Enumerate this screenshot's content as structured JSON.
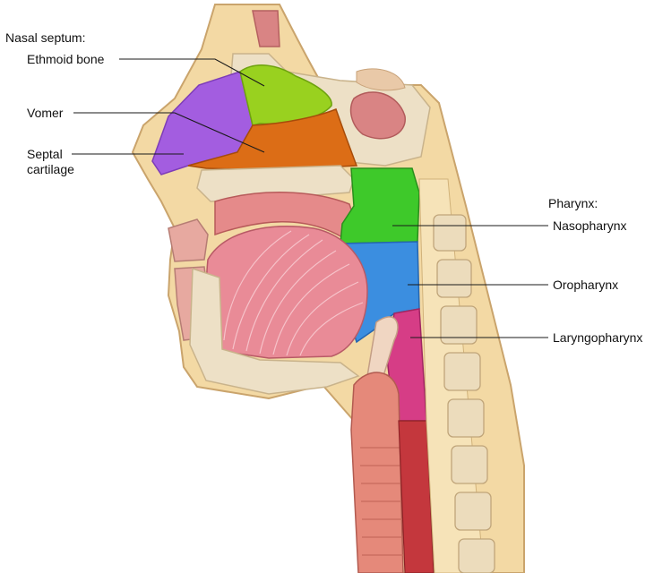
{
  "nasal_septum": {
    "heading": "Nasal septum:",
    "ethmoid_bone": "Ethmoid bone",
    "vomer": "Vomer",
    "septal_cartilage_line1": "Septal",
    "septal_cartilage_line2": "cartilage"
  },
  "pharynx": {
    "heading": "Pharynx:",
    "nasopharynx": "Nasopharynx",
    "oropharynx": "Oropharynx",
    "laryngopharynx": "Laryngopharynx"
  },
  "colors": {
    "skin": "#f3d9a4",
    "bone": "#ede0c6",
    "soft_tissue": "#e7a9a0",
    "tongue": "#e98b97",
    "cartilage_purple": "#a35de0",
    "ethmoid_green": "#99d11f",
    "vomer_orange": "#dc6d16",
    "nasopharynx_green": "#3ec92a",
    "oropharynx_blue": "#3b8ee0",
    "laryngopharynx_magenta": "#d63d86",
    "trachea": "#e5897a"
  }
}
